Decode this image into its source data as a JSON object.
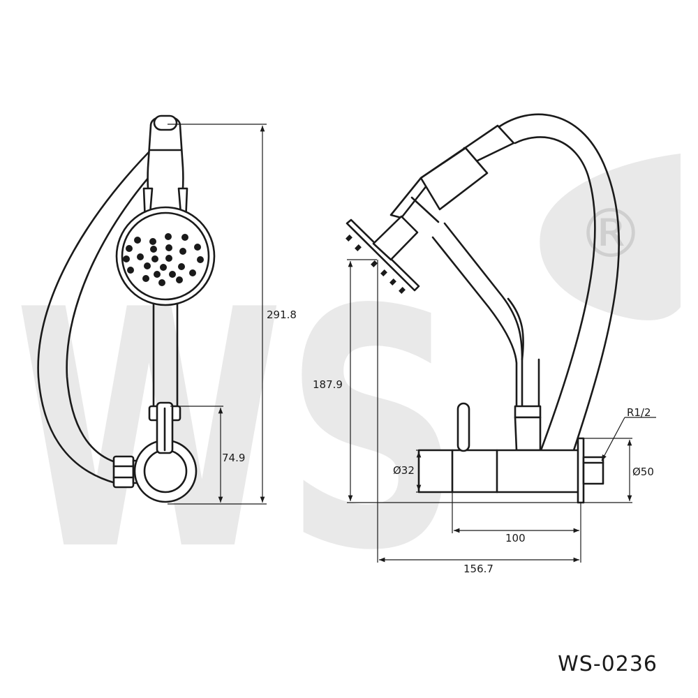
{
  "model_code": "WS-0236",
  "watermark_text": "WS",
  "watermark_mark": "®",
  "dimensions": {
    "total_height": "291.8",
    "base_height": "74.9",
    "spout_height": "187.9",
    "body_diameter": "Ø32",
    "flange_diameter": "Ø50",
    "thread": "R1/2",
    "body_length": "100",
    "total_reach": "156.7"
  },
  "colors": {
    "line": "#1a1a1a",
    "watermark": "#e9e9e9",
    "background": "#ffffff"
  }
}
